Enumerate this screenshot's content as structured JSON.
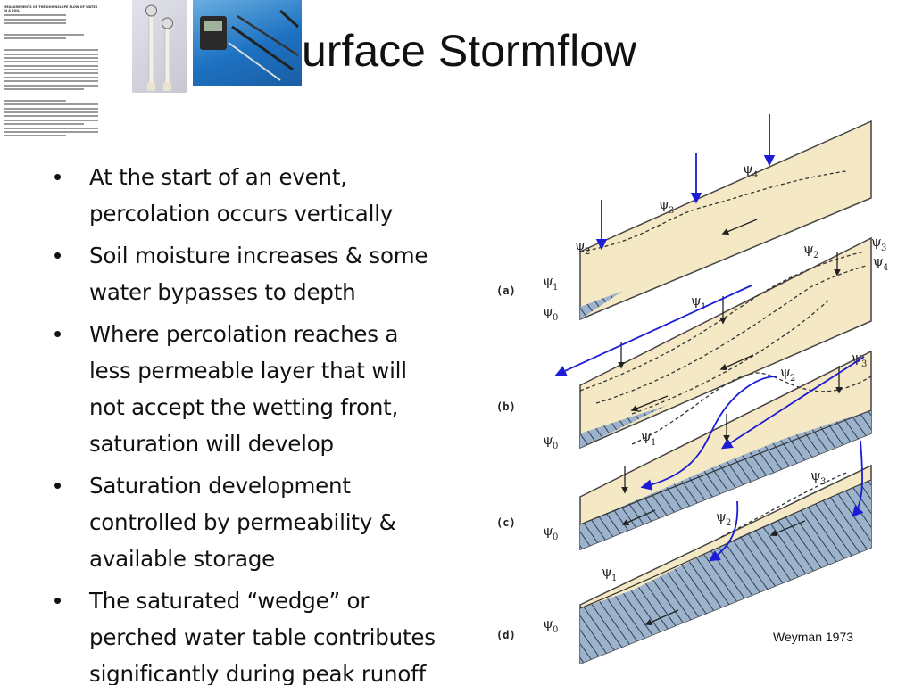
{
  "slide": {
    "title": "urface Stormflow",
    "credit": "Weyman 1973"
  },
  "paper": {
    "heading": "MEASUREMENTS OF THE DOWNSLOPE FLOW OF WATER IN A SOIL"
  },
  "bullets": [
    {
      "text": "At the start of an event,\npercolation occurs vertically"
    },
    {
      "text": "Soil moisture increases & some\nwater bypasses to depth"
    },
    {
      "text": "Where percolation reaches a\nless permeable layer that will\nnot accept the wetting front,\nsaturation will develop"
    },
    {
      "text": "Saturation development\ncontrolled by permeability &\navailable storage"
    },
    {
      "text": "The saturated “wedge” or\nperched water table contributes\nsignificantly during peak runoff"
    }
  ],
  "diagram": {
    "panels": [
      {
        "label": "(a)",
        "psi_labels": [
          "ψ",
          "ψ",
          "ψ",
          "ψ",
          "ψ",
          "ψ"
        ],
        "subs": [
          "4",
          "3",
          "2",
          "1",
          "0"
        ]
      },
      {
        "label": "(b)",
        "subs": [
          "3",
          "4",
          "2",
          "1",
          "0"
        ]
      },
      {
        "label": "(c)",
        "subs": [
          "3",
          "2",
          "1",
          "0"
        ]
      },
      {
        "label": "(d)",
        "subs": [
          "3",
          "2",
          "1",
          "0"
        ]
      }
    ]
  },
  "colors": {
    "soil": "#f5e8c4",
    "saturated": "#9db3cc",
    "arrow_blue": "#1c1cd6",
    "outline": "#444444"
  }
}
